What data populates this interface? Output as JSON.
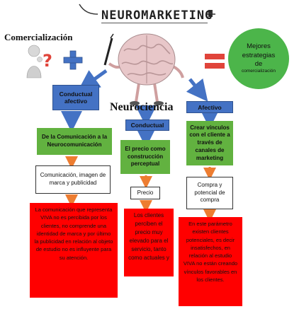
{
  "header": {
    "logo_text": "NEUROMARKETING"
  },
  "top_row": {
    "comercializacion_label": "Comercialización",
    "question_mark": "?",
    "plus_symbol": "+",
    "result_circle_line1": "Mejores",
    "result_circle_line2": "estrategias",
    "result_circle_line3": "de",
    "result_circle_line4": "comercialización"
  },
  "center_title": "Neurociencia",
  "level1": {
    "left": "Conductual afectivo",
    "center": "Conductual",
    "right": "Afectivo"
  },
  "level2": {
    "left": "De la Comunicación a la Neurocomunicación",
    "center": "El precio como construcción perceptual",
    "right": "Crear vínculos con el cliente a través de canales de marketing"
  },
  "level3": {
    "left": "Comunicación, imagen de marca y publicidad",
    "center": "Precio",
    "right": "Compra y potencial de compra"
  },
  "level4": {
    "left": "La comunicación que representa VIVA no es percibida por los clientes, no comprende una identidad de marca y por último la publicidad en relación al objeto de estudio no es influyente para su atención.",
    "center": "Los clientes perciben el precio muy elevado para el servicio, tanto como actuales y",
    "right": "En este parámetro existen clientes potenciales, es decir insatisfechos, en relación al estudio VIVA no están creando vínculos favorables en los clientes."
  },
  "colors": {
    "blue": "#4472c4",
    "green": "#62b240",
    "red": "#ff0000",
    "equals": "#e0443a",
    "circle": "#4cb54a"
  }
}
